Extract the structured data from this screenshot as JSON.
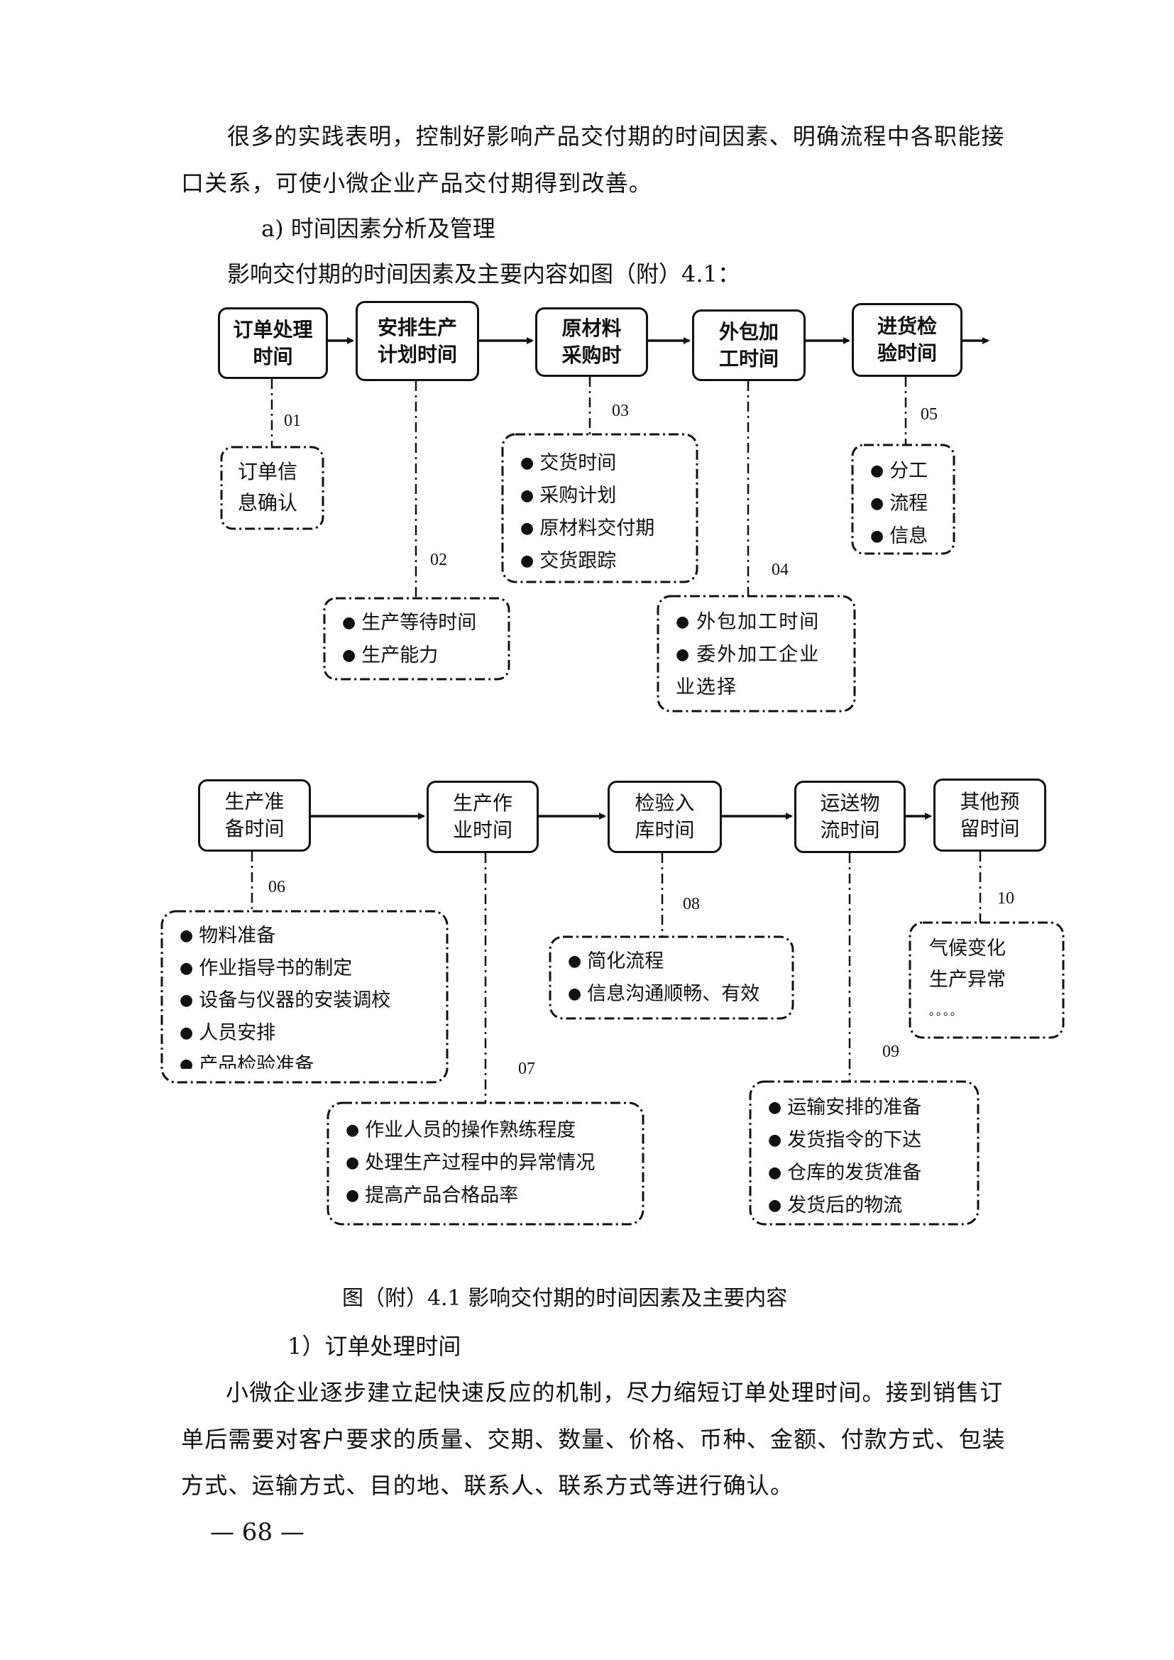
{
  "body": {
    "para1": [
      "很多的实践表明，控制好影响产品交付期的时间因素、明确流程中各职能接",
      "口关系，可使小微企业产品交付期得到改善。"
    ],
    "heading_a": "a)  时间因素分析及管理",
    "intro": "影响交付期的时间因素及主要内容如图（附）4.1："
  },
  "diagram": {
    "row1": [
      {
        "id": "01",
        "title": "订单处理时间",
        "items": [
          "订单信息确认"
        ],
        "bullets": false
      },
      {
        "id": "02",
        "title": "安排生产计划时间",
        "items": [
          "生产等待时间",
          "生产能力"
        ],
        "bullets": true
      },
      {
        "id": "03",
        "title": "原材料采购时",
        "items": [
          "交货时间",
          "采购计划",
          "原材料交付期",
          "交货跟踪"
        ],
        "bullets": true
      },
      {
        "id": "04",
        "title": "外包加工时间",
        "items": [
          "外包加工时间",
          "委外加工企业",
          "业选择"
        ],
        "bullets": true
      },
      {
        "id": "05",
        "title": "进货检验时间",
        "items": [
          "分工",
          "流程",
          "信息"
        ],
        "bullets": true
      }
    ],
    "row2": [
      {
        "id": "06",
        "title": "生产准备时间",
        "items": [
          "物料准备",
          "作业指导书的制定",
          "设备与仪器的安装调校",
          "人员安排",
          "产品检验准备"
        ],
        "bullets": true
      },
      {
        "id": "07",
        "title": "生产作业时间",
        "items": [
          "作业人员的操作熟练程度",
          "处理生产过程中的异常情况",
          "提高产品合格品率"
        ],
        "bullets": true
      },
      {
        "id": "08",
        "title": "检验入库时间",
        "items": [
          "简化流程",
          "信息沟通顺畅、有效"
        ],
        "bullets": true
      },
      {
        "id": "09",
        "title": "运送物流时间",
        "items": [
          "运输安排的准备",
          "发货指令的下达",
          "仓库的发货准备",
          "发货后的物流"
        ],
        "bullets": true
      },
      {
        "id": "10",
        "title": "其他预留时间",
        "items": [
          "气候变化",
          "生产异常",
          "。。。。"
        ],
        "bullets": false
      }
    ],
    "caption": "图（附）4.1 影响交付期的时间因素及主要内容"
  },
  "section": {
    "heading_1": "1）订单处理时间",
    "para": [
      "小微企业逐步建立起快速反应的机制，尽力缩短订单处理时间。接到销售订",
      "单后需要对客户要求的质量、交期、数量、价格、币种、金额、付款方式、包装",
      "方式、运输方式、目的地、联系人、联系方式等进行确认。"
    ]
  },
  "page_number": "— 68 —"
}
